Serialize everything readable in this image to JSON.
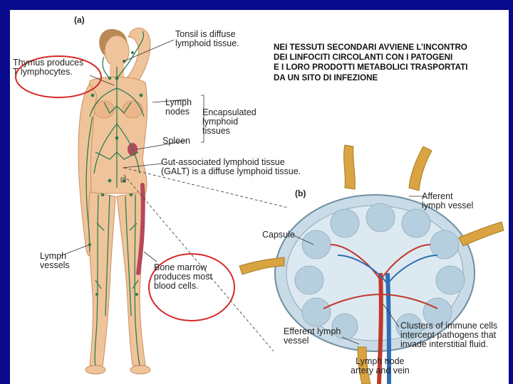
{
  "slide": {
    "background_color": "#0a0a8c",
    "headline_lines": [
      "NEI TESSUTI SECONDARI AVVIENE L’INCONTRO",
      "DEI LINFOCITI CIRCOLANTI CON I  PATOGENI",
      "E I LORO PRODOTTI METABOLICI TRASPORTATI",
      "DA UN SITO DI INFEZIONE"
    ]
  },
  "figure": {
    "panel_a": "(a)",
    "panel_b": "(b)",
    "labels": {
      "tonsil": "Tonsil is diffuse\nlymphoid tissue.",
      "thymus": "Thymus produces\nT lymphocytes.",
      "lymph_nodes": "Lymph\nnodes",
      "encapsulated": "Encapsulated\nlymphoid\ntissues",
      "spleen": "Spleen",
      "galt": "Gut-associated lymphoid tissue\n(GALT) is a diffuse lymphoid tissue.",
      "lymph_vessels": "Lymph\nvessels",
      "bone_marrow": "Bone marrow\nproduces most\nblood cells.",
      "afferent": "Afferent\nlymph vessel",
      "capsule": "Capsule",
      "clusters": "Clusters of immune cells\nintercept pathogens that\ninvade interstitial fluid.",
      "efferent": "Efferent lymph\nvessel",
      "node_artery_vein": "Lymph node\nartery and vein"
    },
    "colors": {
      "skin": "#f0c49b",
      "lymph_vessel": "#2e7d4f",
      "highlight_ellipse": "#d62828",
      "artery": "#c0392b",
      "vein": "#2f6db5"
    }
  }
}
